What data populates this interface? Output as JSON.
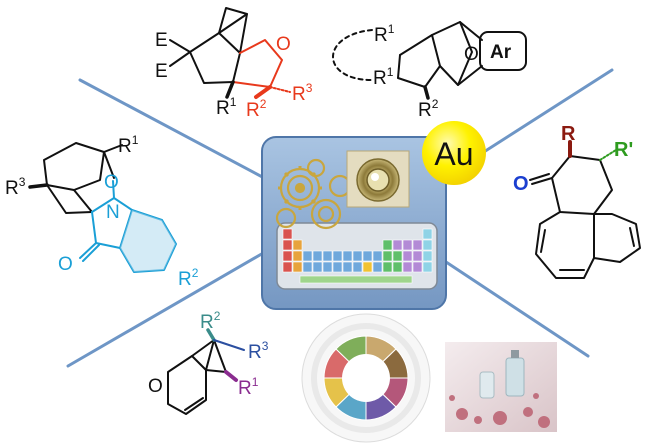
{
  "center": {
    "metal_label": "Au",
    "colors": {
      "badge": "#ffee00",
      "panel": "#8fb0d4",
      "line": "#6e96c6"
    }
  },
  "top_left": {
    "E_top": "E",
    "E_bottom": "E",
    "R": "R",
    "R_sup": "1",
    "O": "O",
    "R2": "R",
    "R2_sup": "2",
    "R3": "R",
    "R3_sup": "3",
    "colors": {
      "black": "#111111",
      "highlight": "#e8391c"
    }
  },
  "top_right": {
    "R1_top": "R",
    "R1_top_sup": "1",
    "R1_bottom": "R",
    "R1_bottom_sup": "1",
    "O": "O",
    "Ar": "Ar",
    "R2": "R",
    "R2_sup": "2"
  },
  "left": {
    "R1": "R",
    "R1_sup": "1",
    "R3": "R",
    "R3_sup": "3",
    "O_ring": "O",
    "N": "N",
    "O_carbonyl": "O",
    "R2": "R",
    "R2_sup": "2",
    "colors": {
      "highlight": "#1a9fd6"
    }
  },
  "right": {
    "O": "O",
    "R": "R",
    "R_prime": "R'",
    "colors": {
      "O": "#1b3fd0",
      "R": "#8b1a10",
      "R_prime": "#2e9b1f"
    }
  },
  "bottom": {
    "O": "O",
    "R1": "R",
    "R1_sup": "1",
    "R2": "R",
    "R2_sup": "2",
    "R3": "R",
    "R3_sup": "3",
    "colors": {
      "R1": "#8a2c8f",
      "R2": "#3a8c8a",
      "R3": "#2b4fa0"
    }
  }
}
